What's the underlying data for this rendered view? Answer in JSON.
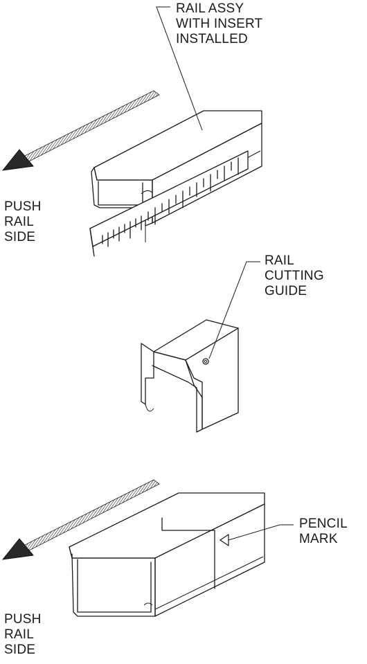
{
  "labels": {
    "rail_assy": [
      "RAIL ASSY",
      "WITH INSERT",
      "INSTALLED"
    ],
    "push_rail_side_top": [
      "PUSH",
      "RAIL",
      "SIDE"
    ],
    "rail_cutting_guide": [
      "RAIL",
      "CUTTING",
      "GUIDE"
    ],
    "pencil_mark": [
      "PENCIL",
      "MARK"
    ],
    "push_rail_side_bottom": [
      "PUSH",
      "RAIL",
      "SIDE"
    ]
  },
  "colors": {
    "ink": "#1a1a1a",
    "background": "#ffffff"
  }
}
